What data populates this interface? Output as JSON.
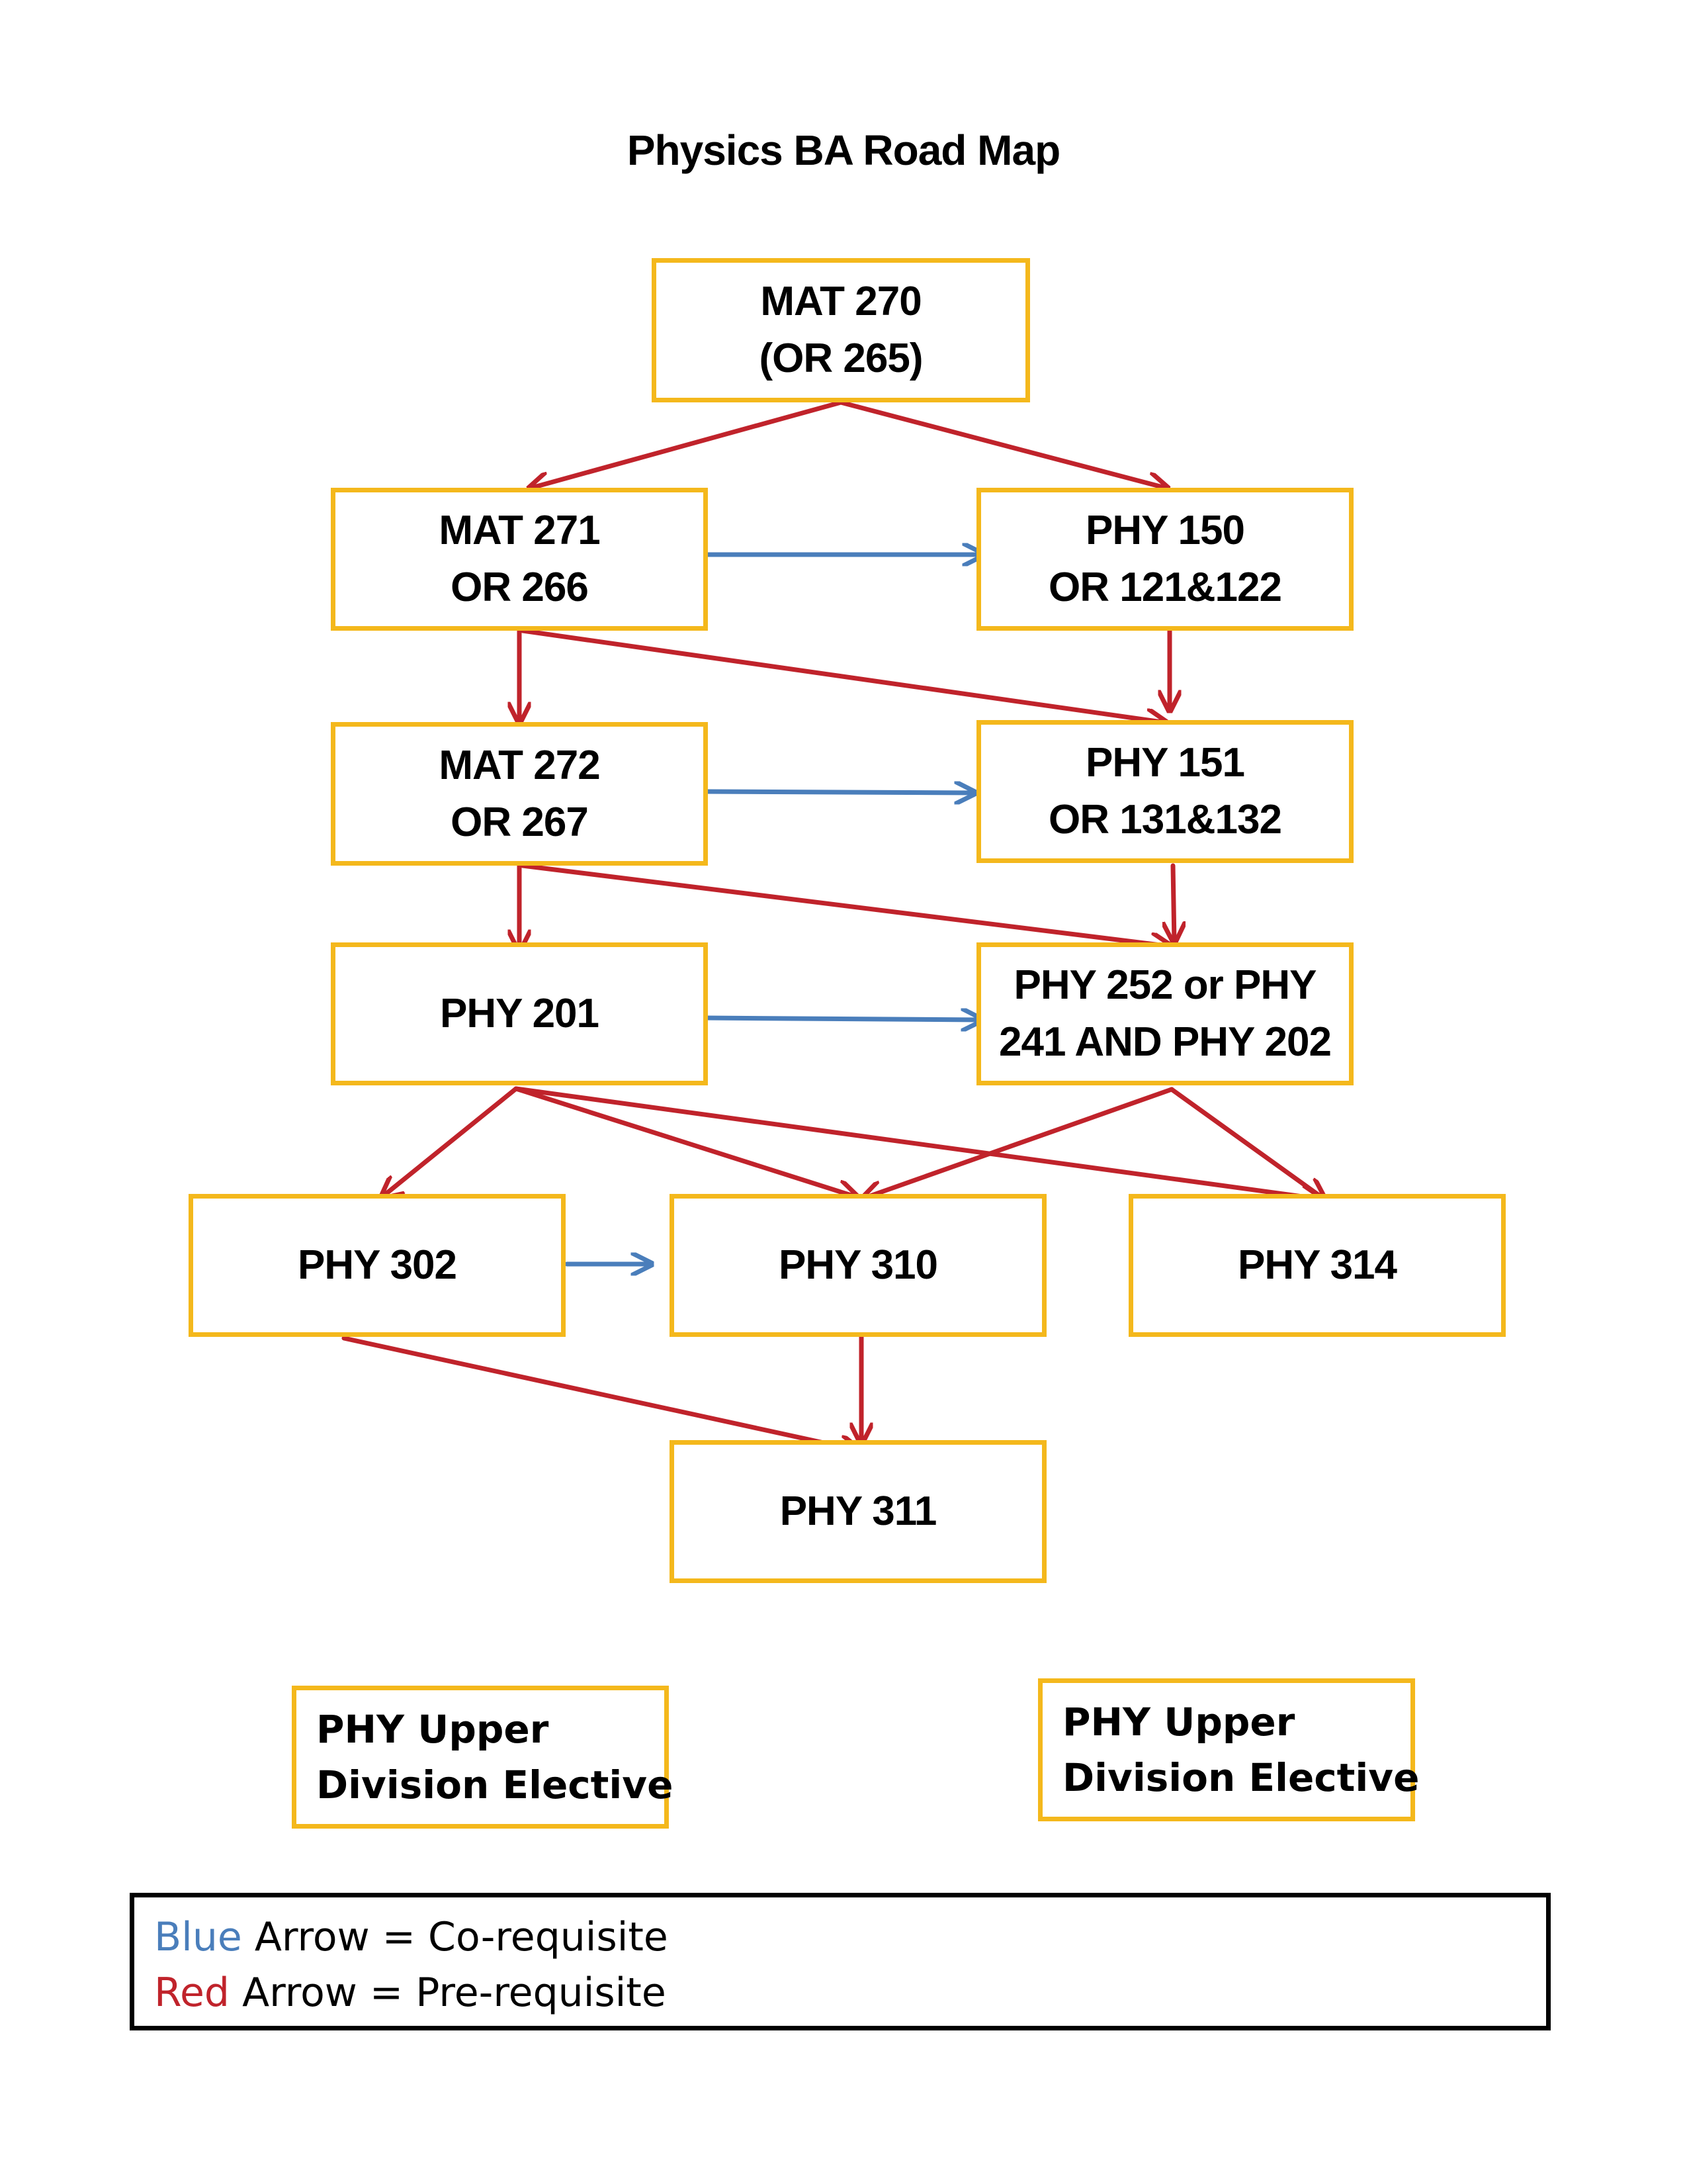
{
  "title": "Physics BA Road Map",
  "colors": {
    "box_border": "#f4b81c",
    "prerequisite_arrow": "#c0232b",
    "corequisite_arrow": "#4a7ebb"
  },
  "nodes": {
    "mat270": [
      "MAT 270",
      "(OR 265)"
    ],
    "mat271": [
      "MAT 271",
      "OR 266"
    ],
    "phy150": [
      "PHY 150",
      "OR 121&122"
    ],
    "mat272": [
      "MAT 272",
      "OR 267"
    ],
    "phy151": [
      "PHY 151",
      "OR 131&132"
    ],
    "phy201": [
      "PHY 201"
    ],
    "phy252": [
      "PHY 252 or PHY",
      "241 AND PHY 202"
    ],
    "phy302": [
      "PHY 302"
    ],
    "phy310": [
      "PHY 310"
    ],
    "phy314": [
      "PHY 314"
    ],
    "phy311": [
      "PHY 311"
    ],
    "elective_left": [
      "PHY Upper",
      "Division Elective"
    ],
    "elective_right": [
      "PHY Upper",
      "Division Elective"
    ]
  },
  "edges": [
    {
      "from": "mat270",
      "to": "mat271",
      "type": "prerequisite"
    },
    {
      "from": "mat270",
      "to": "phy150",
      "type": "prerequisite"
    },
    {
      "from": "mat271",
      "to": "phy150",
      "type": "corequisite"
    },
    {
      "from": "mat271",
      "to": "mat272",
      "type": "prerequisite"
    },
    {
      "from": "mat271",
      "to": "phy151",
      "type": "prerequisite"
    },
    {
      "from": "phy150",
      "to": "phy151",
      "type": "prerequisite"
    },
    {
      "from": "mat272",
      "to": "phy151",
      "type": "corequisite"
    },
    {
      "from": "mat272",
      "to": "phy201",
      "type": "prerequisite"
    },
    {
      "from": "mat272",
      "to": "phy252",
      "type": "prerequisite"
    },
    {
      "from": "phy151",
      "to": "phy252",
      "type": "prerequisite"
    },
    {
      "from": "phy201",
      "to": "phy252",
      "type": "corequisite"
    },
    {
      "from": "phy201",
      "to": "phy302",
      "type": "prerequisite"
    },
    {
      "from": "phy201",
      "to": "phy310",
      "type": "prerequisite"
    },
    {
      "from": "phy201",
      "to": "phy314",
      "type": "prerequisite"
    },
    {
      "from": "phy252",
      "to": "phy310",
      "type": "prerequisite"
    },
    {
      "from": "phy252",
      "to": "phy314",
      "type": "prerequisite"
    },
    {
      "from": "phy302",
      "to": "phy310",
      "type": "corequisite"
    },
    {
      "from": "phy302",
      "to": "phy311",
      "type": "prerequisite"
    },
    {
      "from": "phy310",
      "to": "phy311",
      "type": "prerequisite"
    }
  ],
  "legend": {
    "blue_word": "Blue",
    "blue_rest": " Arrow = Co-requisite",
    "red_word": "Red",
    "red_rest": " Arrow = Pre-requisite"
  }
}
